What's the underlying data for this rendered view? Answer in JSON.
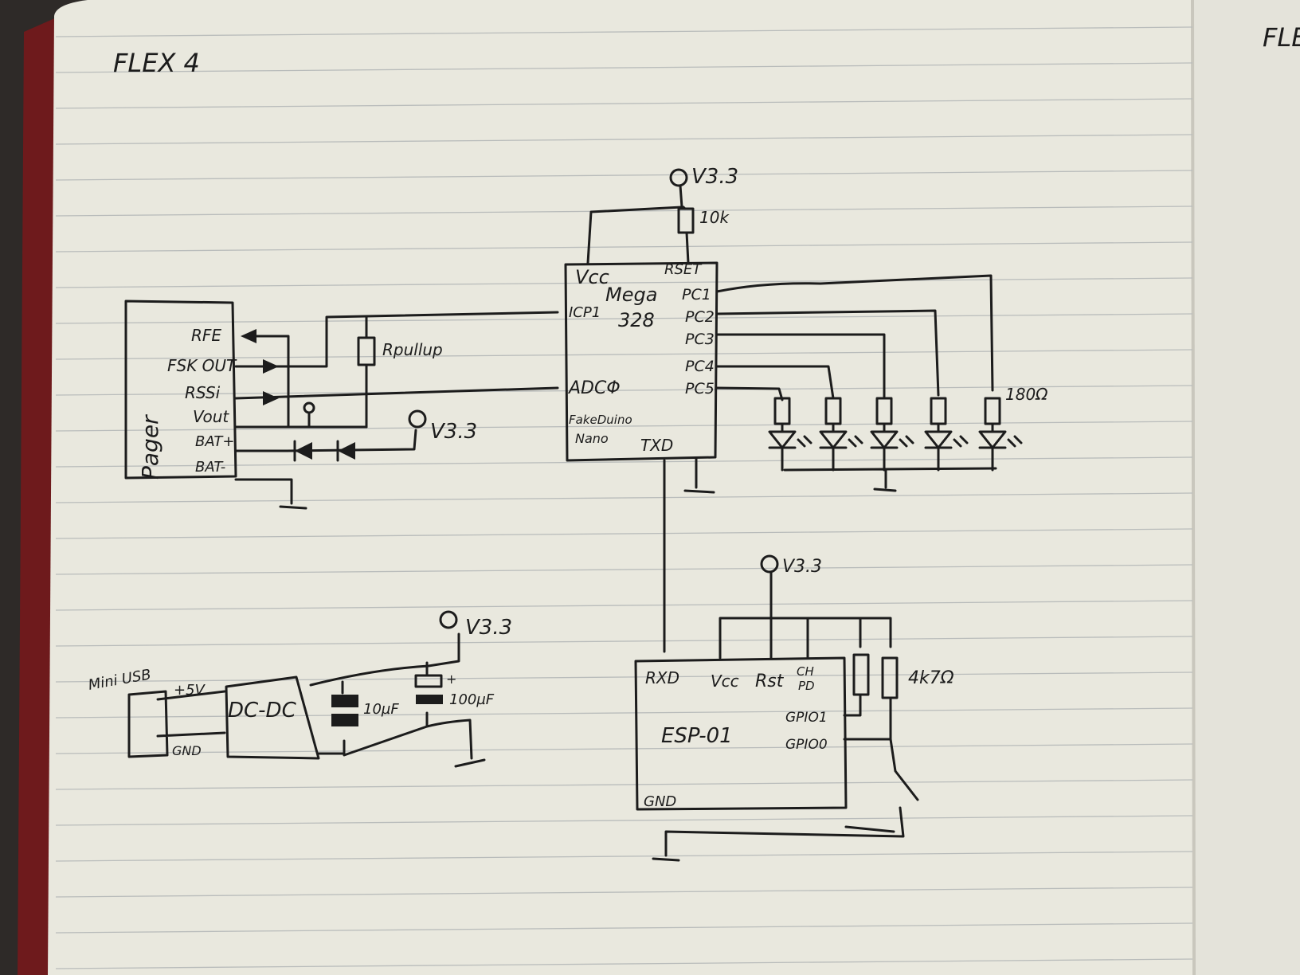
{
  "page": {
    "title": "FLEX 4",
    "next_page_title": "FLE"
  },
  "pager": {
    "name": "Pager",
    "pins": [
      "RFE",
      "FSK OUT",
      "RSSi",
      "Vout",
      "BAT+",
      "BAT-"
    ],
    "pullup_label": "Rpullup",
    "supply_label": "V3.3"
  },
  "mcu": {
    "name_line1": "Mega",
    "name_line2": "328",
    "board_line1": "FakeDuino",
    "board_line2": "Nano",
    "pins": {
      "vcc": "Vcc",
      "reset": "RSET",
      "icp1": "ICP1",
      "adc0": "ADCΦ",
      "txd": "TXD",
      "pc1": "PC1",
      "pc2": "PC2",
      "pc3": "PC3",
      "pc4": "PC4",
      "pc5": "PC5"
    },
    "supply_label": "V3.3",
    "reset_resistor": "10k",
    "led_resistor": "180Ω"
  },
  "esp": {
    "name": "ESP-01",
    "pins": {
      "rxd": "RXD",
      "vcc": "Vcc",
      "rst": "Rst",
      "chpd_1": "CH",
      "chpd_2": "PD",
      "gpio1": "GPIO1",
      "gpio0": "GPIO0",
      "gnd": "GND"
    },
    "supply_label": "V3.3",
    "pullups": "4k7Ω"
  },
  "power": {
    "connector": "Mini USB",
    "plus": "+5V",
    "gnd": "GND",
    "regulator": "DC-DC",
    "cap1": "10µF",
    "cap2": "100µF",
    "cap2_polarity": "+",
    "supply_label": "V3.3"
  },
  "colors": {
    "ink": "#1c1c1c",
    "paper": "#e9e8de",
    "cover": "#6e1a1c",
    "rule": "#b9bcbb"
  }
}
